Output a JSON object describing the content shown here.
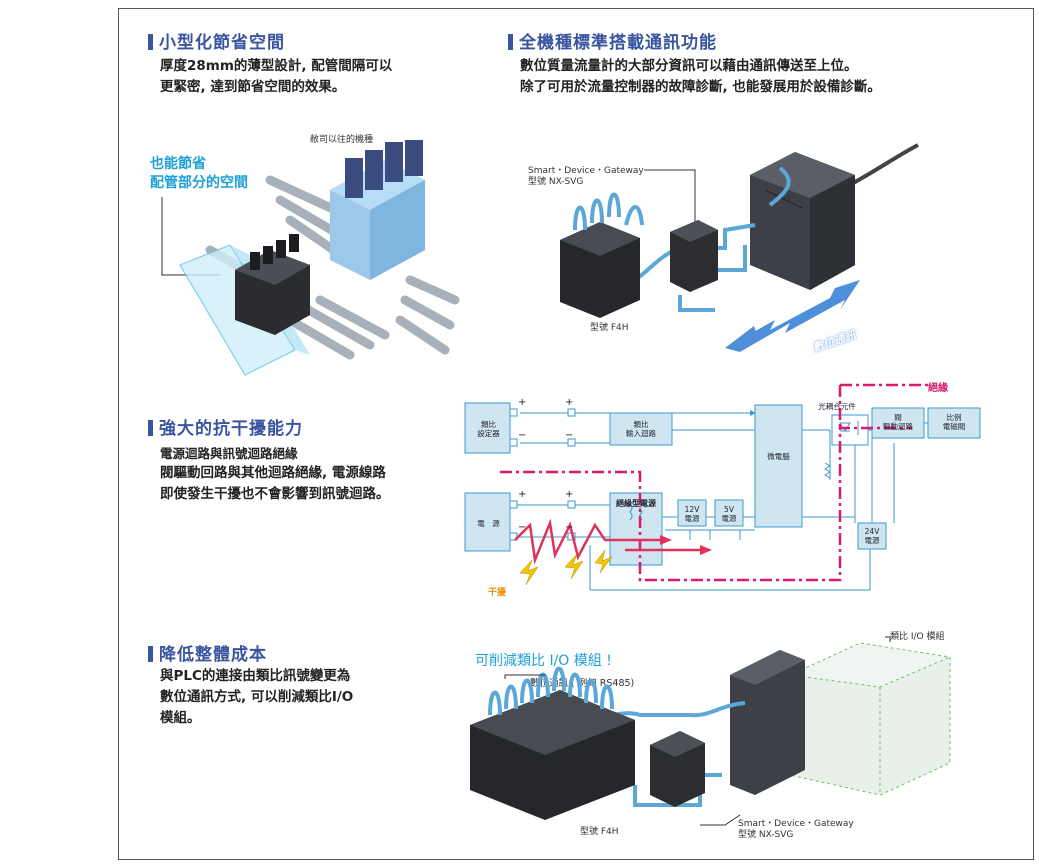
{
  "colors": {
    "title_blue": "#3a55a0",
    "callout_blue": "#1ea0d8",
    "isolation_pink": "#d81b6b",
    "noise_yellow": "#f5c400",
    "diagram_box": "#cfe6f1"
  },
  "s1": {
    "title": "小型化節省空間",
    "body": [
      "厚度28mm的薄型設計, 配管間隔可以",
      "更緊密, 達到節省空間的效果。"
    ],
    "callout": [
      "也能節省",
      "配管部分的空間"
    ],
    "old_label": "敝司以往的機種"
  },
  "s2": {
    "title": "全機種標準搭載通訊功能",
    "body": [
      "數位質量流量計的大部分資訊可以藉由通訊傳送至上位。",
      "除了可用於流量控制器的故障診斷, 也能發展用於設備診斷。"
    ],
    "gateway": [
      "Smart・Device・Gateway",
      "型號 NX-SVG"
    ],
    "model": "型號 F4H",
    "arrow_label": "數位通訊"
  },
  "s3": {
    "title": "強大的抗干擾能力",
    "subtitle": "電源迴路與訊號迴路絕緣",
    "body": [
      "閥驅動回路與其他迴路絕緣, 電源線路",
      "即使發生干擾也不會影響到訊號迴路。"
    ],
    "diagram": {
      "isolation": "絕緣",
      "analog_setter": [
        "類比",
        "設定器"
      ],
      "analog_input": [
        "類比",
        "輸入迴路"
      ],
      "power": "電　源",
      "isolated_psu": "絕緣型電源",
      "v12": [
        "12V",
        "電源"
      ],
      "v5": [
        "5V",
        "電源"
      ],
      "micro": "微電腦",
      "photocoupler": "光耦合元件",
      "valve_drive": [
        "閥",
        "驅動迴路"
      ],
      "prop_valve": [
        "比例",
        "電磁閥"
      ],
      "v24": [
        "24V",
        "電源"
      ],
      "noise": "干擾",
      "plus": "+",
      "minus": "−"
    }
  },
  "s4": {
    "title": "降低整體成本",
    "body": [
      "與PLC的連接由類比訊號變更為",
      "數位通訊方式, 可以削減類比I/O",
      "模組。"
    ],
    "callout": "可削減類比 I/O 模組 !",
    "comm": "數位通訊 ( 例如 RS485)",
    "io_label": "類比 I/O 模組",
    "model": "型號 F4H",
    "gateway": [
      "Smart・Device・Gateway",
      "型號 NX-SVG"
    ]
  }
}
